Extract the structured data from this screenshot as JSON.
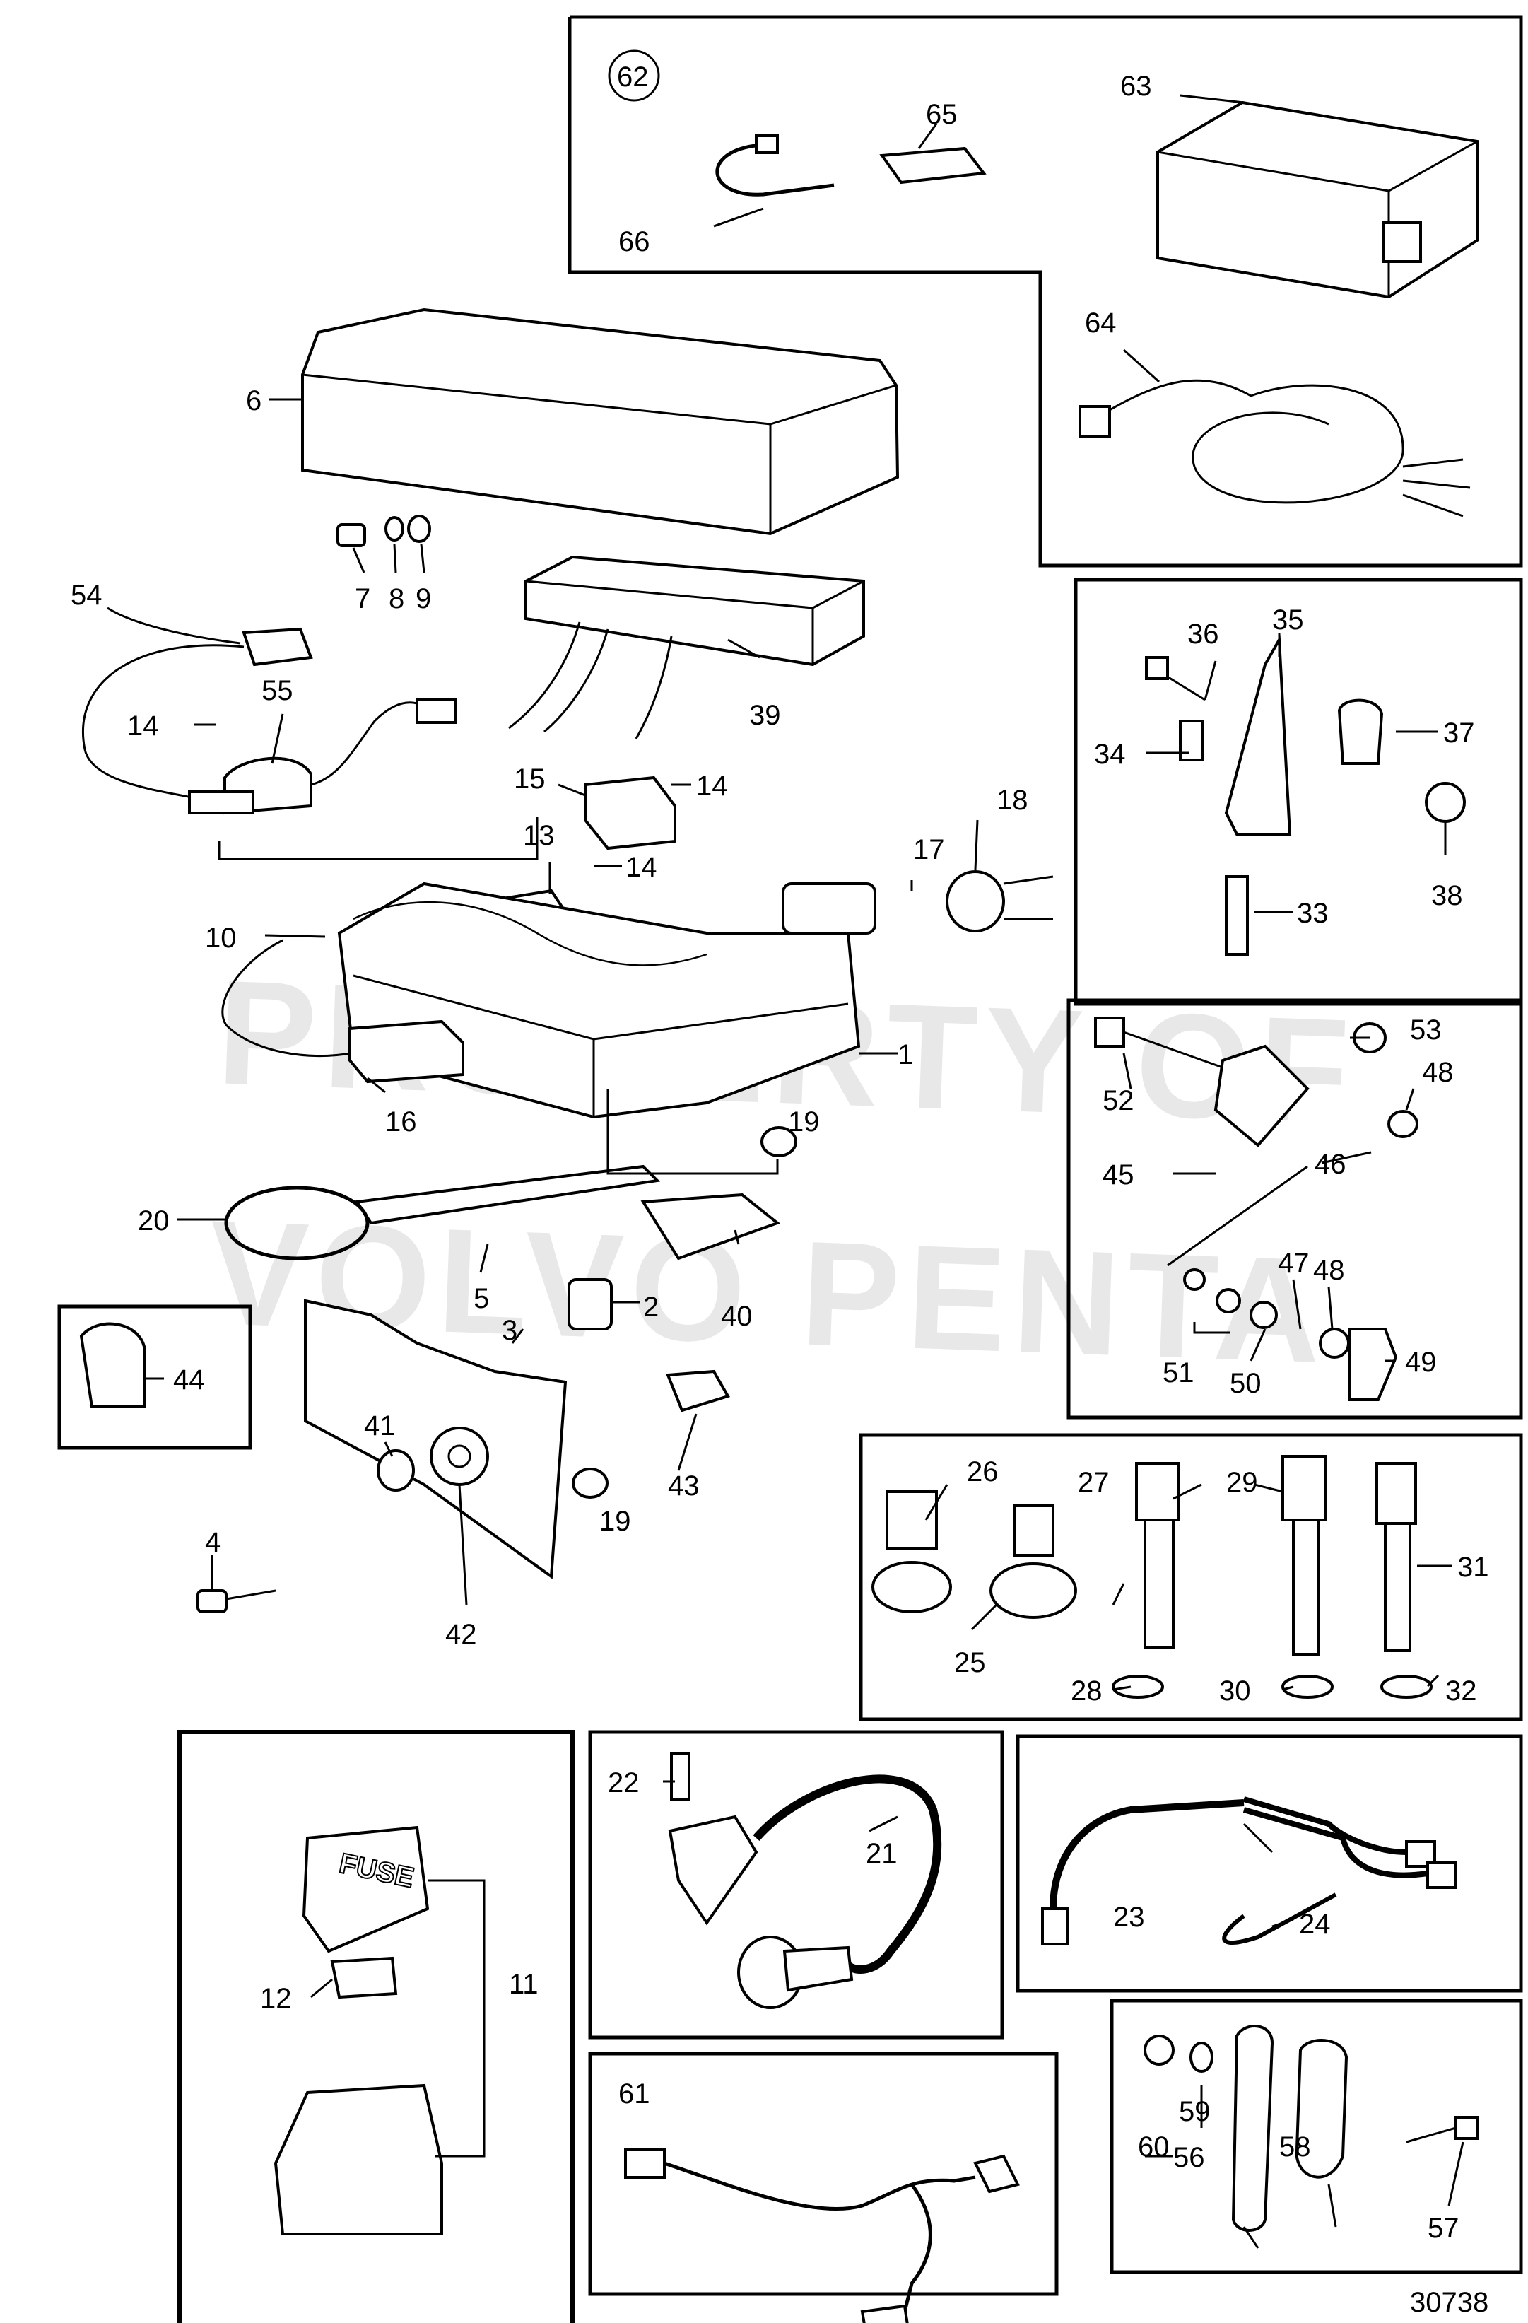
{
  "watermark": [
    "PROPERTY OF",
    "VOLVO PENTA"
  ],
  "figure_number": "30738",
  "fuse_text": "FUSE",
  "labels": [
    {
      "id": "1",
      "text": "1"
    },
    {
      "id": "2",
      "text": "2"
    },
    {
      "id": "3",
      "text": "3"
    },
    {
      "id": "4",
      "text": "4"
    },
    {
      "id": "5",
      "text": "5"
    },
    {
      "id": "6",
      "text": "6"
    },
    {
      "id": "7",
      "text": "7"
    },
    {
      "id": "8",
      "text": "8"
    },
    {
      "id": "9",
      "text": "9"
    },
    {
      "id": "10",
      "text": "10"
    },
    {
      "id": "11",
      "text": "11"
    },
    {
      "id": "12",
      "text": "12"
    },
    {
      "id": "13",
      "text": "13"
    },
    {
      "id": "14a",
      "text": "14"
    },
    {
      "id": "14b",
      "text": "14"
    },
    {
      "id": "14c",
      "text": "14"
    },
    {
      "id": "15",
      "text": "15"
    },
    {
      "id": "16",
      "text": "16"
    },
    {
      "id": "17",
      "text": "17"
    },
    {
      "id": "18",
      "text": "18"
    },
    {
      "id": "19a",
      "text": "19"
    },
    {
      "id": "19b",
      "text": "19"
    },
    {
      "id": "20",
      "text": "20"
    },
    {
      "id": "21",
      "text": "21"
    },
    {
      "id": "22",
      "text": "22"
    },
    {
      "id": "23",
      "text": "23"
    },
    {
      "id": "24",
      "text": "24"
    },
    {
      "id": "25",
      "text": "25"
    },
    {
      "id": "26",
      "text": "26"
    },
    {
      "id": "27",
      "text": "27"
    },
    {
      "id": "28",
      "text": "28"
    },
    {
      "id": "29",
      "text": "29"
    },
    {
      "id": "30",
      "text": "30"
    },
    {
      "id": "31",
      "text": "31"
    },
    {
      "id": "32",
      "text": "32"
    },
    {
      "id": "33",
      "text": "33"
    },
    {
      "id": "34",
      "text": "34"
    },
    {
      "id": "35",
      "text": "35"
    },
    {
      "id": "36",
      "text": "36"
    },
    {
      "id": "37",
      "text": "37"
    },
    {
      "id": "38",
      "text": "38"
    },
    {
      "id": "39",
      "text": "39"
    },
    {
      "id": "40",
      "text": "40"
    },
    {
      "id": "41",
      "text": "41"
    },
    {
      "id": "42",
      "text": "42"
    },
    {
      "id": "43",
      "text": "43"
    },
    {
      "id": "44",
      "text": "44"
    },
    {
      "id": "45",
      "text": "45"
    },
    {
      "id": "46",
      "text": "46"
    },
    {
      "id": "47",
      "text": "47"
    },
    {
      "id": "48a",
      "text": "48"
    },
    {
      "id": "48b",
      "text": "48"
    },
    {
      "id": "49",
      "text": "49"
    },
    {
      "id": "50",
      "text": "50"
    },
    {
      "id": "51",
      "text": "51"
    },
    {
      "id": "52",
      "text": "52"
    },
    {
      "id": "53",
      "text": "53"
    },
    {
      "id": "54",
      "text": "54"
    },
    {
      "id": "55",
      "text": "55"
    },
    {
      "id": "56",
      "text": "56"
    },
    {
      "id": "57",
      "text": "57"
    },
    {
      "id": "58",
      "text": "58"
    },
    {
      "id": "59",
      "text": "59"
    },
    {
      "id": "60",
      "text": "60"
    },
    {
      "id": "61",
      "text": "61"
    },
    {
      "id": "62",
      "text": "62"
    },
    {
      "id": "63",
      "text": "63"
    },
    {
      "id": "64",
      "text": "64"
    },
    {
      "id": "65",
      "text": "65"
    },
    {
      "id": "66",
      "text": "66"
    }
  ]
}
